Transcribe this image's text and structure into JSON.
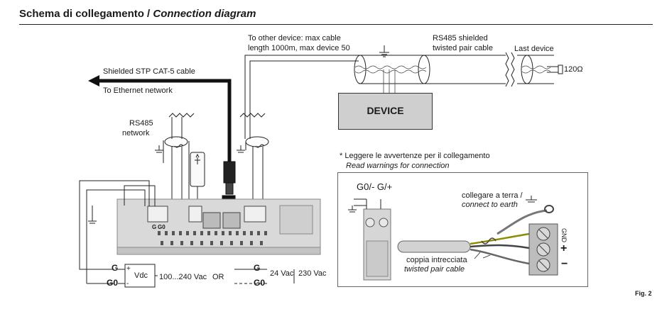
{
  "header": {
    "title_it": "Schema di collegamento / ",
    "title_en": "Connection diagram"
  },
  "labels": {
    "to_other_device_line1": "To other device: max cable",
    "to_other_device_line2": "length 1000m, max device 50",
    "rs485_shielded_line1": "RS485 shielded",
    "rs485_shielded_line2": "twisted pair cable",
    "last_device": "Last device",
    "resistor": "120Ω",
    "shielded_stp": "Shielded STP CAT-5 cable",
    "to_ethernet": "To Ethernet network",
    "rs485_network_line1": "RS485",
    "rs485_network_line2": "network",
    "device": "DEVICE",
    "warning_it": "* Leggere le avvertenze per il collegamento",
    "warning_en": "Read warnings for connection",
    "g0_g": "G0/- G/+",
    "earth_it": "collegare a terra /",
    "earth_en": "connect to earth",
    "twisted_it": "coppia intrecciata",
    "twisted_en": "twisted pair cable",
    "gnd": "GND",
    "plus": "+",
    "minus": "−",
    "terminal_g": "G",
    "terminal_g0": "G0",
    "power_g": "G",
    "power_g0": "G0",
    "vdc": "Vdc",
    "vdc_plus": "+",
    "vdc_minus": "-",
    "ac_range": "100...240 Vac",
    "or": "OR",
    "power2_g": "G",
    "power2_g0": "G0",
    "v24": "24 Vac",
    "v230": "230 Vac",
    "fig": "Fig. 2"
  }
}
